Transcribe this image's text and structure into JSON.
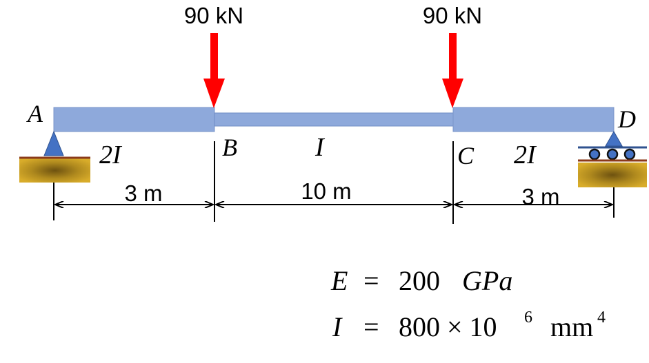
{
  "loads": [
    {
      "label": "90 kN"
    },
    {
      "label": "90 kN"
    }
  ],
  "points": {
    "A": "A",
    "B": "B",
    "C": "C",
    "D": "D"
  },
  "segments": [
    {
      "moment_label": "2I",
      "length_label": "3 m"
    },
    {
      "moment_label": "I",
      "length_label": "10 m"
    },
    {
      "moment_label": "2I",
      "length_label": "3 m"
    }
  ],
  "properties": {
    "E_symbol": "E",
    "E_eq": "=",
    "E_value": "200",
    "E_unit": "GPa",
    "I_symbol": "I",
    "I_eq": "=",
    "I_value": "800 × 10",
    "I_exp": "6",
    "I_unit": "mm",
    "I_unit_exp": "4"
  },
  "colors": {
    "beam": "#8ea9db",
    "beam_edge": "#6f8cc4",
    "load_arrow": "#ff0000",
    "support": "#4472c4",
    "ground": "#c9a227",
    "ground_dark": "#7a5a10",
    "ground_line": "#8b3a1a"
  }
}
